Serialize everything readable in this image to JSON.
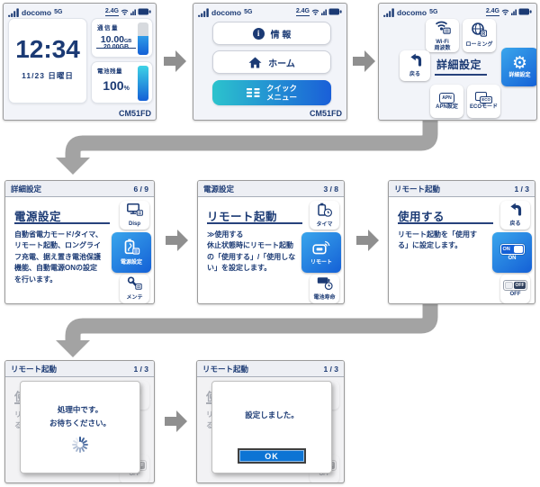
{
  "statusbar": {
    "carrier": "docomo",
    "network": "5G",
    "band": "2.4G"
  },
  "device_name": "CM51FD",
  "flow": {
    "home": {
      "time": "12:34",
      "date": "11/23 日曜日",
      "data_usage": {
        "label": "通信量",
        "used": "10.00",
        "used_unit": "GB",
        "total": "20.00GB",
        "gauge_percent": 57
      },
      "battery": {
        "label": "電池残量",
        "value": "100",
        "unit": "%",
        "gauge_percent": 100
      }
    },
    "menu": {
      "info": "情 報",
      "home": "ホーム",
      "quick": "クイック\nメニュー"
    },
    "quick_settings": {
      "title": "詳細設定",
      "tiles": {
        "wifi": "Wi-Fi\n周波数",
        "roaming": "ローミング",
        "back": "戻る",
        "advanced": "詳細設定",
        "apn": "APN設定",
        "apn_badge": "APN",
        "eco": "ECOモード",
        "eco_badge": "ECO"
      }
    },
    "detail_settings": {
      "header": "詳細設定",
      "page": "6 / 9",
      "title": "電源設定",
      "body": "自動省電力モード/タイマ、リモート起動、ロングライフ充電、据え置き電池保護機能、自動電源ONの設定を行います。",
      "tiles": {
        "disp": "Disp",
        "power": "電源設定",
        "maintenance": "メンテ"
      }
    },
    "power_settings": {
      "header": "電源設定",
      "page": "3 / 8",
      "title": "リモート起動",
      "body": "≫使用する\n休止状態時にリモート起動の「使用する」/「使用しない」を設定します。",
      "tiles": {
        "timer": "タイマ",
        "remote": "リモート",
        "battery_life": "電池寿命"
      }
    },
    "remote_setting": {
      "header": "リモート起動",
      "page": "1 / 3",
      "title": "使用する",
      "body": "リモート起動を「使用する」に設定します。",
      "tiles": {
        "back": "戻る",
        "on": "ON",
        "off": "OFF"
      },
      "toggle_on_label": "ON",
      "toggle_off_label": "OFF"
    },
    "processing": {
      "header": "リモート起動",
      "page": "1 / 3",
      "message": "処理中です。\nお待ちください。"
    },
    "completed": {
      "header": "リモート起動",
      "page": "1 / 3",
      "message": "設定しました。",
      "ok": "OK"
    }
  },
  "icons": {
    "gear_glyph": "⚙",
    "info_glyph": "i",
    "back": "u-turn-arrow",
    "wifi": "wifi-arcs",
    "globe_roaming": "globe-with-r-badge",
    "signal": "signal-bars",
    "battery": "battery",
    "spinner": "radial-spinner"
  },
  "colors": {
    "navy": "#1b3a74",
    "accent_blue": "#1460d6",
    "accent_cyan": "#2cc3cd",
    "header_bg": "#edeff4",
    "arrow_gray": "#9e9e9e",
    "screen_bg": "#f2f4f9"
  }
}
